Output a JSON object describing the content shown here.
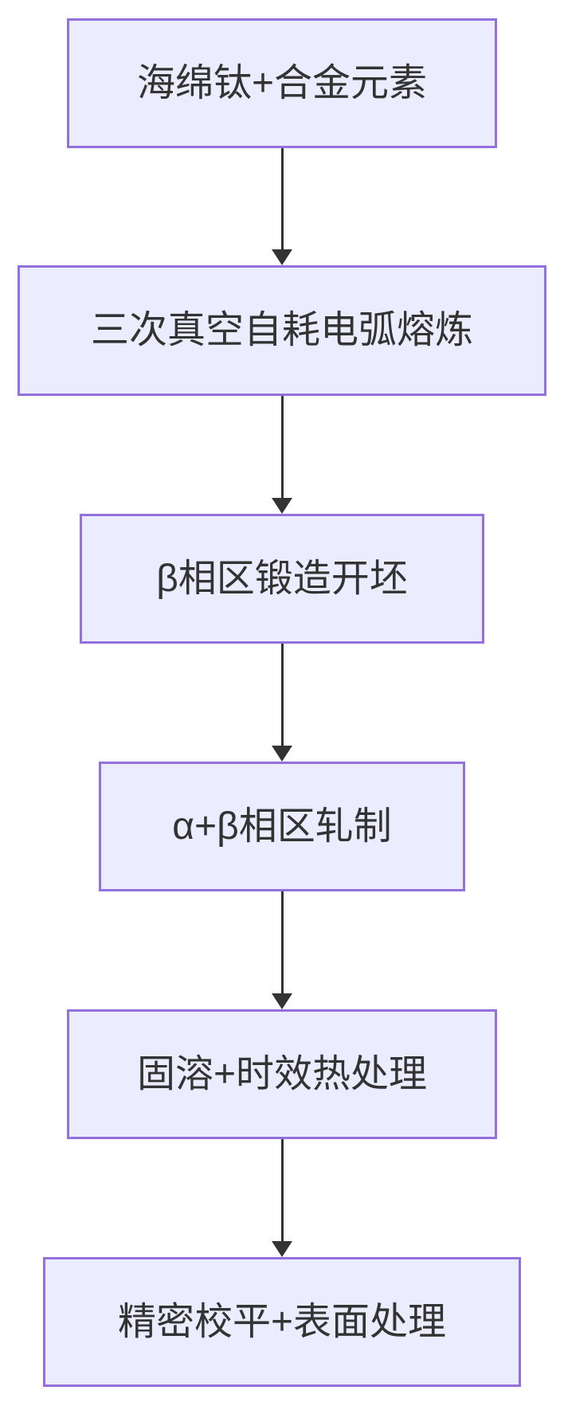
{
  "diagram": {
    "type": "flowchart",
    "direction": "top-down",
    "nodes": [
      {
        "id": "step-1",
        "label": "海绵钛+合金元素"
      },
      {
        "id": "step-2",
        "label": "三次真空自耗电弧熔炼"
      },
      {
        "id": "step-3",
        "label": "β相区锻造开坯"
      },
      {
        "id": "step-4",
        "label": "α+β相区轧制"
      },
      {
        "id": "step-5",
        "label": "固溶+时效热处理"
      },
      {
        "id": "step-6",
        "label": "精密校平+表面处理"
      }
    ],
    "edges": [
      {
        "from": "step-1",
        "to": "step-2"
      },
      {
        "from": "step-2",
        "to": "step-3"
      },
      {
        "from": "step-3",
        "to": "step-4"
      },
      {
        "from": "step-4",
        "to": "step-5"
      },
      {
        "from": "step-5",
        "to": "step-6"
      }
    ],
    "colors": {
      "node_fill": "#ECECFF",
      "node_border": "#9370DB",
      "text": "#333333",
      "arrow": "#333333",
      "background": "#FFFFFF"
    }
  }
}
